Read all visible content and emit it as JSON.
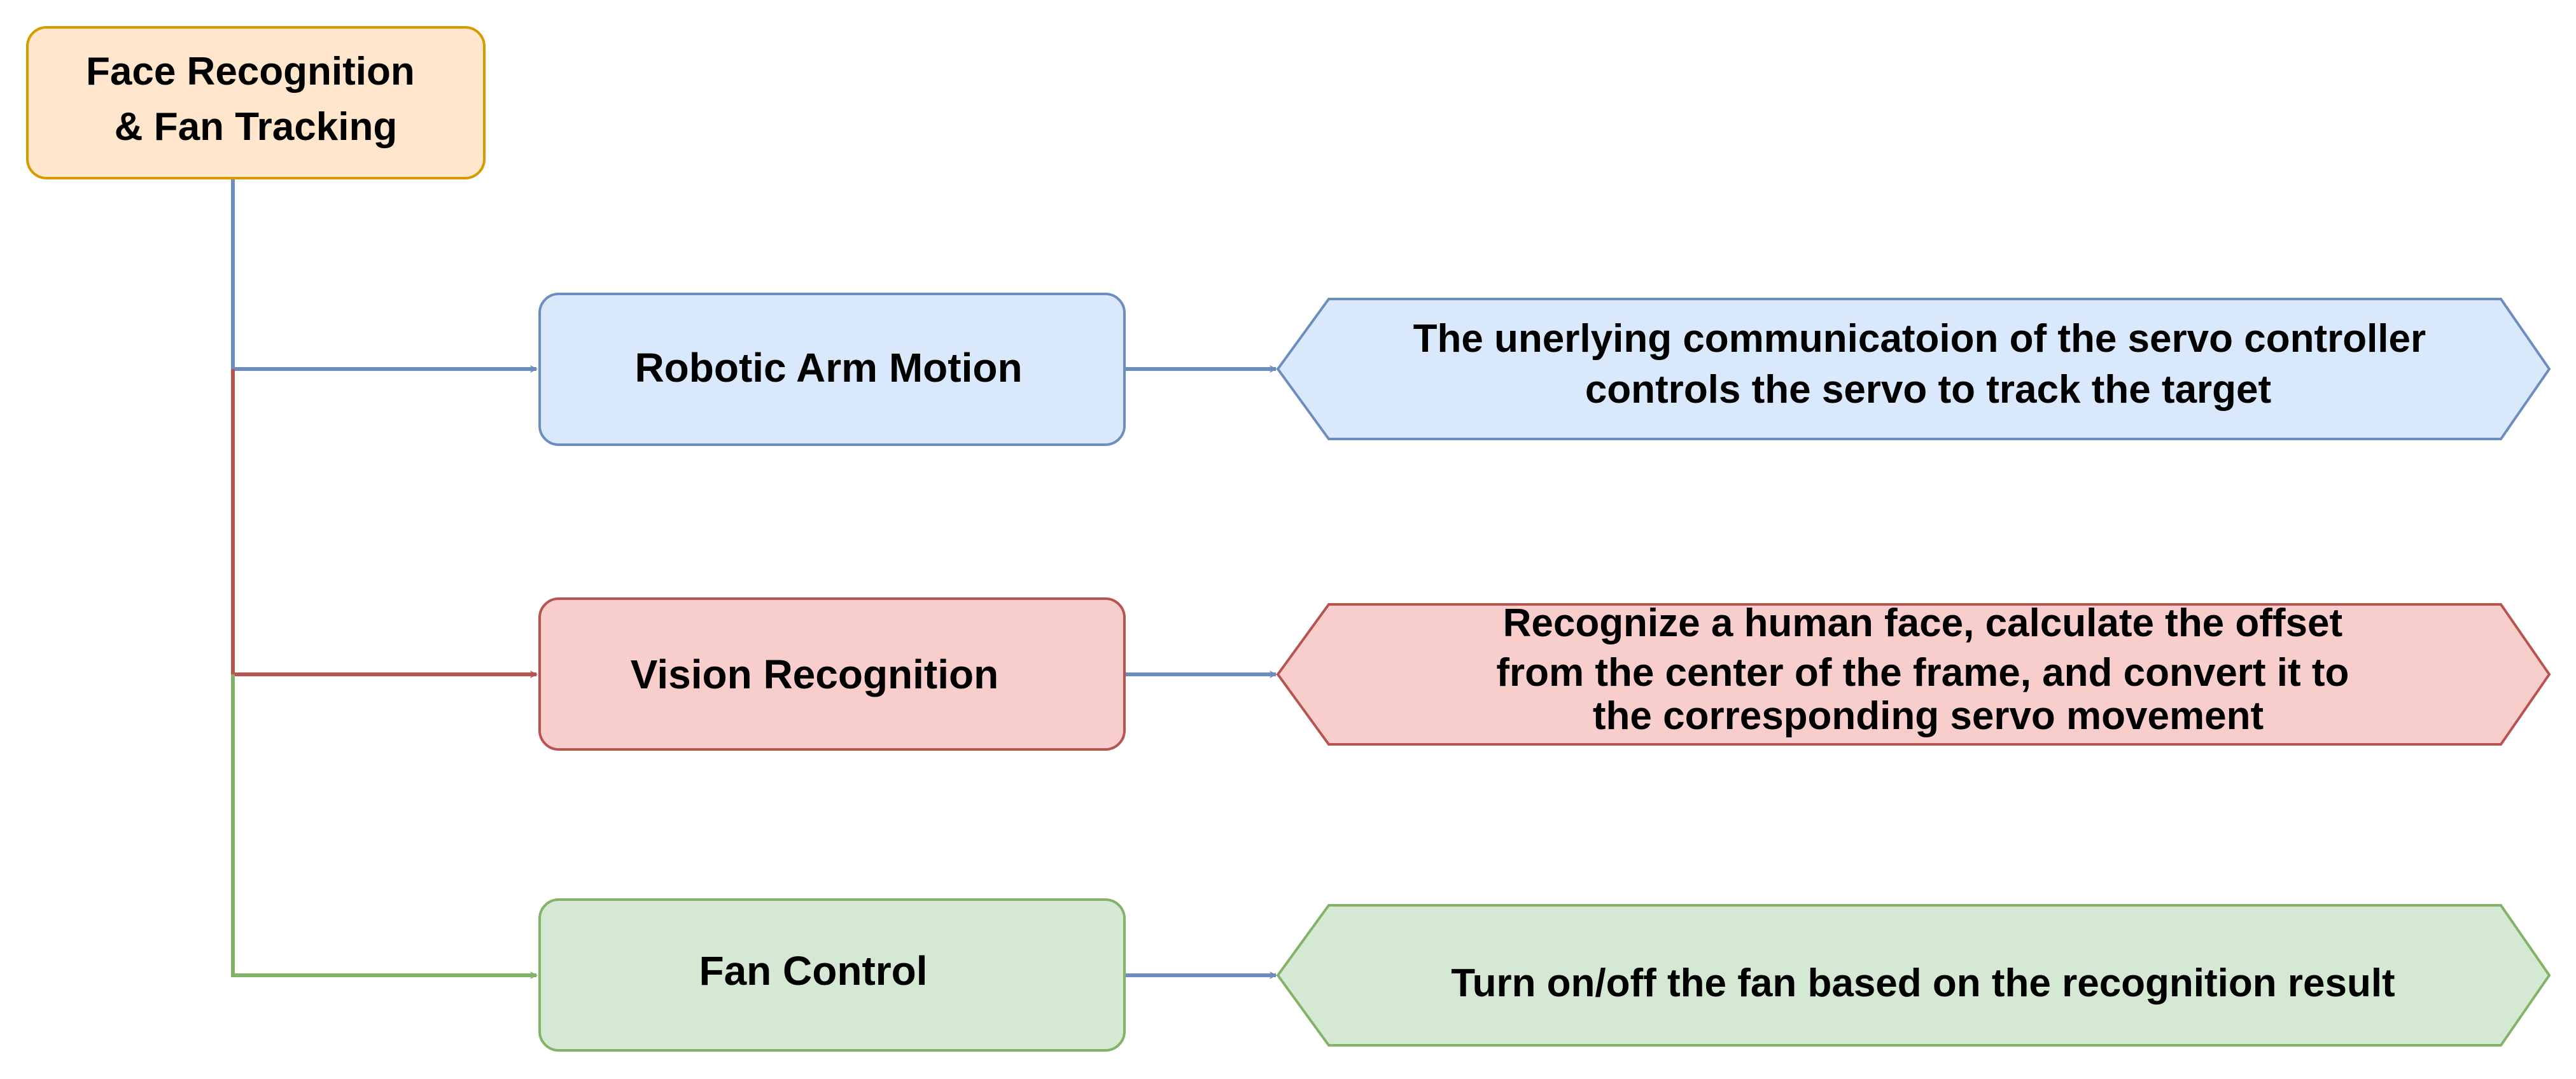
{
  "root": {
    "lines": [
      "Face Recognition",
      "& Fan Tracking"
    ],
    "fill": "#ffe6cc",
    "stroke": "#d79b00"
  },
  "branches": [
    {
      "id": "robotic-arm",
      "label": "Robotic Arm Motion",
      "fill": "#dae8fc",
      "stroke": "#6c8ebf",
      "connector_color": "#6c8ebf",
      "description": [
        "The unerlying communicatoion of the servo controller",
        "controls the servo to track the target"
      ]
    },
    {
      "id": "vision",
      "label": "Vision Recognition",
      "fill": "#f8cecc",
      "stroke": "#b85450",
      "connector_color": "#b85450",
      "description": [
        "Recognize a human face, calculate the offset",
        "from the center of the frame, and convert it to",
        "the corresponding servo movement"
      ]
    },
    {
      "id": "fan",
      "label": "Fan Control",
      "fill": "#d5e8d4",
      "stroke": "#82b366",
      "connector_color": "#82b366",
      "description": [
        "Turn on/off the fan based on the recognition result"
      ]
    }
  ],
  "output_arrow_color": "#6c8ebf"
}
